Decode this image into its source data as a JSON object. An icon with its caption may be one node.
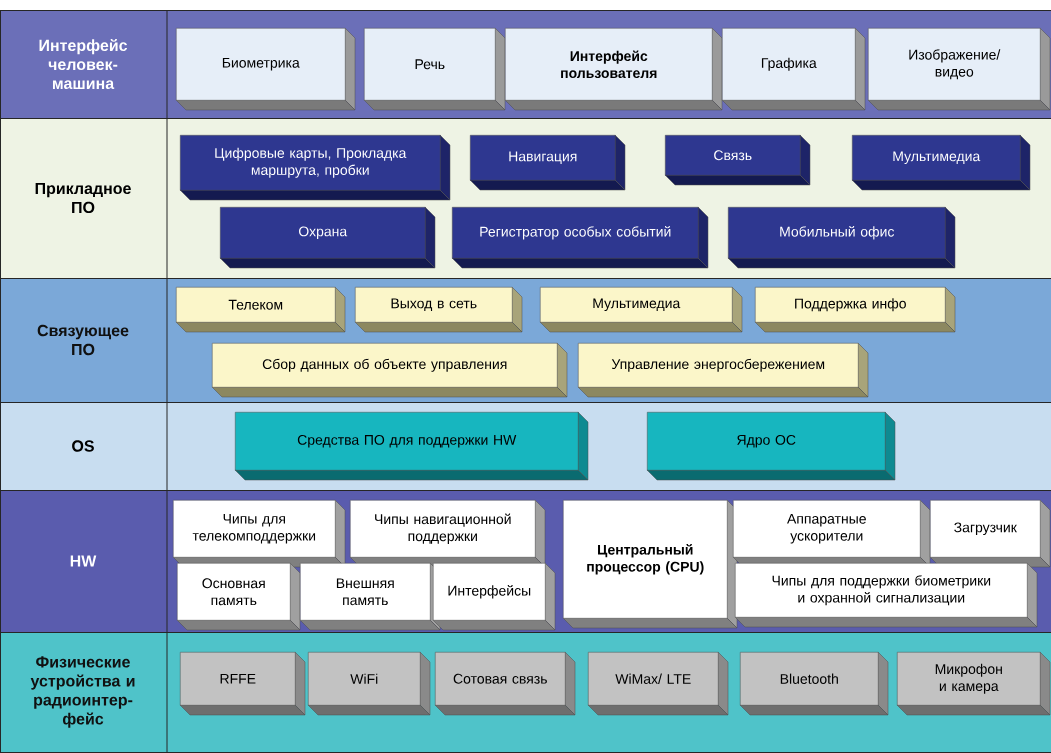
{
  "diagram": {
    "nodes": [
      {
        "text": [
          "Интерфейс человек-машина"
        ]
      },
      {
        "text": [
          "Биометрика"
        ],
        "in": 0
      },
      {
        "text": [
          "Речь"
        ],
        "in": 0
      },
      {
        "text": [
          "Интерфейс пользователя"
        ],
        "in": 0
      },
      {
        "text": [
          "Графика"
        ],
        "in": 0
      },
      {
        "text": [
          "Изображение/ видео"
        ],
        "in": 0
      },
      {
        "text": [
          "Прикладное ПО"
        ]
      },
      {
        "text": [
          "Цифровые карты, Прокладка маршрута, пробки"
        ],
        "in": 6
      },
      {
        "text": [
          "Навигация"
        ],
        "in": 6
      },
      {
        "text": [
          "Связь"
        ],
        "in": 6
      },
      {
        "text": [
          "Мультимедиа"
        ],
        "in": 6
      },
      {
        "text": [
          "Охрана"
        ],
        "in": 6
      },
      {
        "text": [
          "Регистратор особых событий"
        ],
        "in": 6
      },
      {
        "text": [
          "Мобильный офис"
        ],
        "in": 6
      },
      {
        "text": [
          "Связующее ПО"
        ]
      },
      {
        "text": [
          "Телеком"
        ],
        "in": 14
      },
      {
        "text": [
          "Выход в сеть"
        ],
        "in": 14
      },
      {
        "text": [
          "Мультимедиа"
        ],
        "in": 14
      },
      {
        "text": [
          "Поддержка инфо"
        ],
        "in": 14
      },
      {
        "text": [
          "Сбор данных об объекте управления"
        ],
        "in": 14
      },
      {
        "text": [
          "Управление энергосбережением"
        ],
        "in": 14
      },
      {
        "text": [
          "OS"
        ]
      },
      {
        "text": [
          "Средства ПО для поддержки HW"
        ],
        "in": 21
      },
      {
        "text": [
          "Ядро ОС"
        ],
        "in": 21
      },
      {
        "text": [
          "HW"
        ]
      },
      {
        "text": [
          "Чипы для телекомподдержки"
        ],
        "in": 24
      },
      {
        "text": [
          "Чипы навигационной поддержки"
        ],
        "in": 24
      },
      {
        "text": [
          "Центральный процессор (CPU)"
        ],
        "in": 24
      },
      {
        "text": [
          "Аппаратные ускорители"
        ],
        "in": 24
      },
      {
        "text": [
          "Загрузчик"
        ],
        "in": 24
      },
      {
        "text": [
          "Основная память"
        ],
        "in": 24
      },
      {
        "text": [
          "Внешняя память"
        ],
        "in": 24
      },
      {
        "text": [
          "Интерфейсы"
        ],
        "in": 24
      },
      {
        "text": [
          "Чипы для поддержки биометрики и охранной сигнализации"
        ],
        "in": 24
      },
      {
        "text": [
          "Физические устройства и радиоинтер-фейс"
        ]
      },
      {
        "text": [
          "RFFE"
        ],
        "in": 34
      },
      {
        "text": [
          "WiFi"
        ],
        "in": 34
      },
      {
        "text": [
          "Сотовая связь"
        ],
        "in": 34
      },
      {
        "text": [
          "WiMax/ LTE"
        ],
        "in": 34
      },
      {
        "text": [
          "Bluetooth"
        ],
        "in": 34
      },
      {
        "text": [
          "Микрофон и камера"
        ],
        "in": 34
      }
    ]
  }
}
